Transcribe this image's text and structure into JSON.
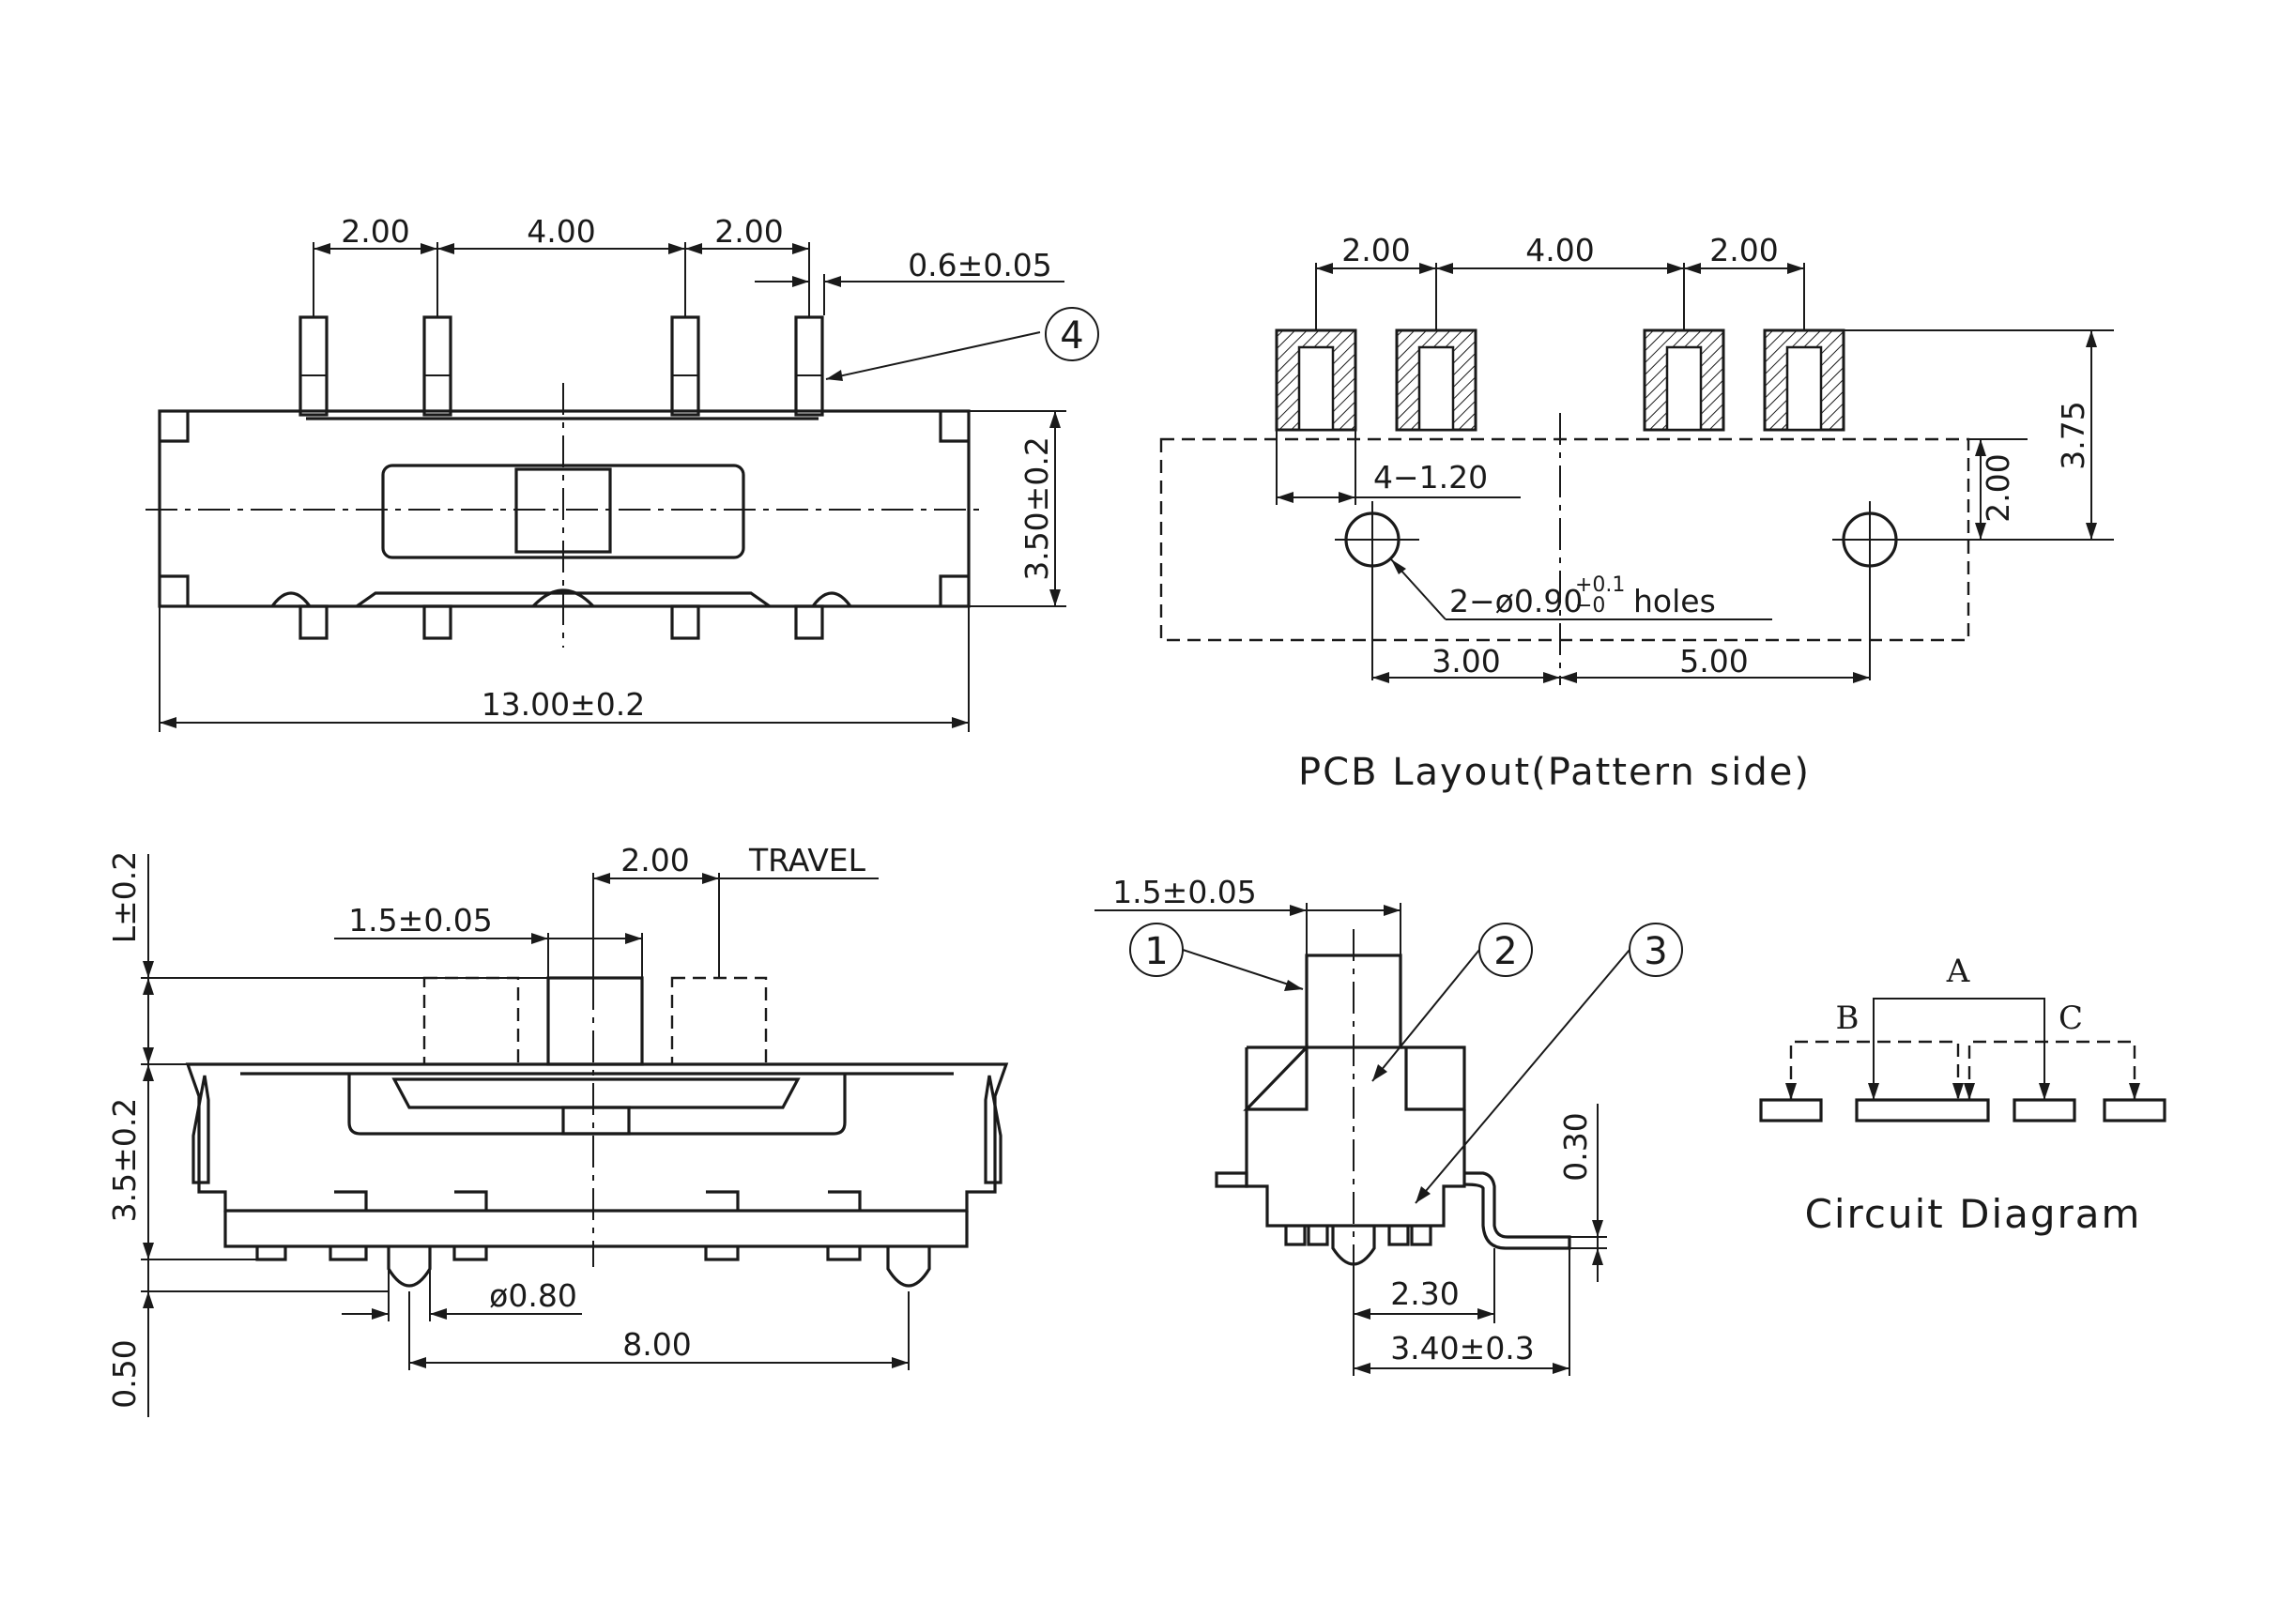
{
  "top_view": {
    "dim_pin_a": "2.00",
    "dim_pin_b": "4.00",
    "dim_pin_c": "2.00",
    "dim_pin_width": "0.6±0.05",
    "callout_4": "4",
    "dim_height": "3.50±0.2",
    "dim_length": "13.00±0.2"
  },
  "pcb_layout": {
    "dim_pad_a": "2.00",
    "dim_pad_b": "4.00",
    "dim_pad_c": "2.00",
    "dim_pad_width": "4−1.20",
    "dim_row_offset": "2.00",
    "dim_pad_span": "3.75",
    "holes_label_prefix": "2−ø0.90",
    "holes_tol_plus": "+0.1",
    "holes_tol_minus": "−0",
    "holes_label_suffix": "holes",
    "dim_hole_left": "3.00",
    "dim_hole_right": "5.00",
    "caption": "PCB Layout(Pattern side)"
  },
  "side_view": {
    "dim_travel": "2.00",
    "travel_label": "TRAVEL",
    "dim_actuator_width": "1.5±0.05",
    "dim_actuator_height": "L±0.2",
    "dim_body_height": "3.5±0.2",
    "dim_post_height": "0.50",
    "dim_post_dia": "ø0.80",
    "dim_post_spacing": "8.00"
  },
  "end_view": {
    "dim_actuator_width": "1.5±0.05",
    "callout_1": "1",
    "callout_2": "2",
    "callout_3": "3",
    "dim_terminal_thickness": "0.30",
    "dim_foot": "2.30",
    "dim_width": "3.40±0.3"
  },
  "circuit": {
    "label_a": "A",
    "label_b": "B",
    "label_c": "C",
    "caption": "Circuit Diagram"
  }
}
